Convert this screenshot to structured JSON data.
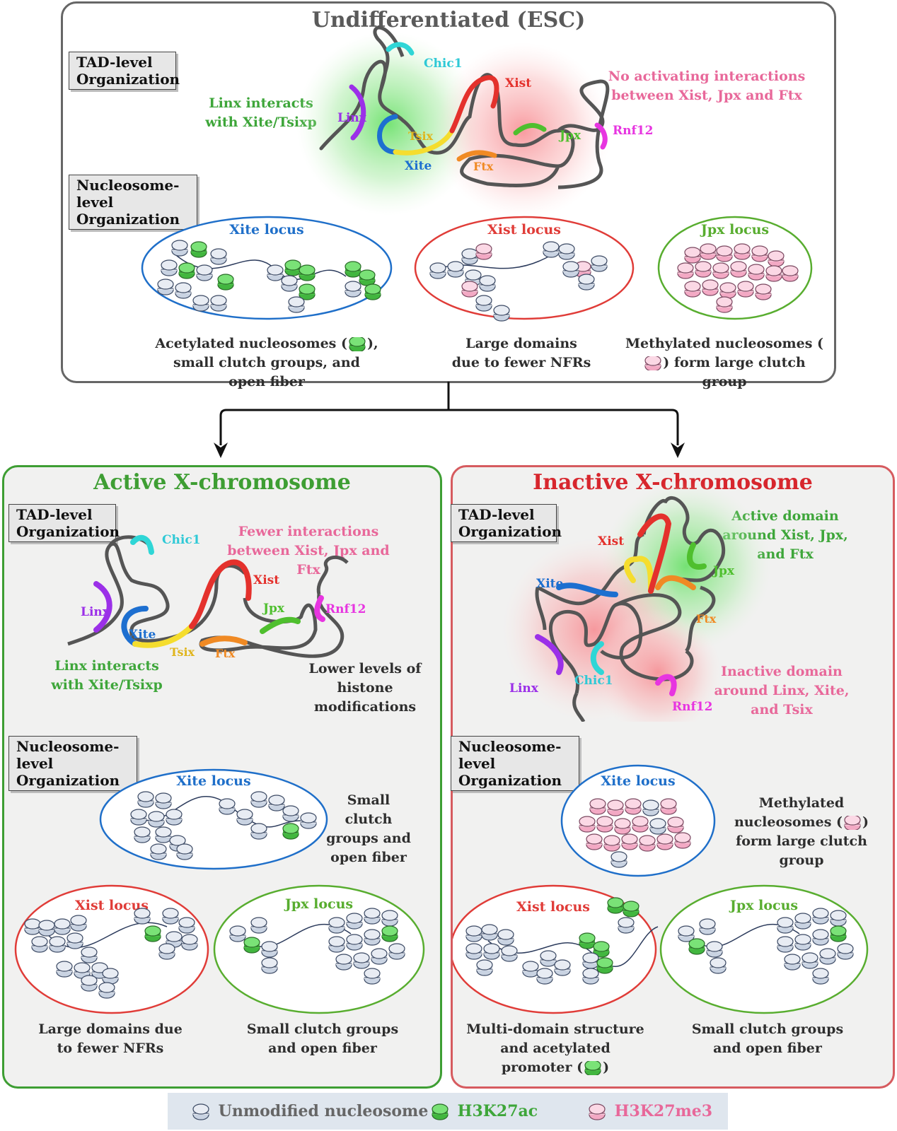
{
  "esc": {
    "title": "Undifferentiated (ESC)",
    "tad_label": "TAD-level Organization",
    "nuc_label": "Nucleosome-level Organization",
    "note_left": "Linx interacts with Xite/Tsixp",
    "note_right": "No activating interactions between Xist, Jpx and Ftx",
    "genes": [
      "Chic1",
      "Linx",
      "Tsix",
      "Xite",
      "Xist",
      "Jpx",
      "Ftx",
      "Rnf12"
    ],
    "loci": [
      "Xite locus",
      "Xist locus",
      "Jpx locus"
    ],
    "captions": [
      "Acetylated nucleosomes (",
      "), small clutch groups, and open fiber",
      "Large domains due to fewer NFRs",
      "Methylated nucleosomes (",
      ") form large clutch group"
    ]
  },
  "active": {
    "title": "Active X-chromosome",
    "tad_label": "TAD-level Organization",
    "nuc_label": "Nucleosome-level Organization",
    "note_top": "Fewer interactions between Xist, Jpx and Ftx",
    "note_left": "Linx interacts with Xite/Tsixp",
    "note_right": "Lower levels of histone modifications",
    "genes": [
      "Chic1",
      "Linx",
      "Xite",
      "Tsix",
      "Ftx",
      "Xist",
      "Jpx",
      "Rnf12"
    ],
    "loci": [
      "Xite locus",
      "Xist locus",
      "Jpx locus"
    ],
    "captions": [
      "Small clutch groups and open fiber",
      "Large domains due to fewer NFRs",
      "Small clutch groups and open fiber"
    ]
  },
  "inactive": {
    "title": "Inactive X-chromosome",
    "tad_label": "TAD-level Organization",
    "nuc_label": "Nucleosome-level Organization",
    "note_top": "Active domain around Xist, Jpx, and Ftx",
    "note_bottom": "Inactive domain around Linx, Xite, and Tsix",
    "genes": [
      "Xist",
      "Xite",
      "Jpx",
      "Ftx",
      "Linx",
      "Chic1",
      "Rnf12"
    ],
    "loci": [
      "Xite locus",
      "Xist locus",
      "Jpx locus"
    ],
    "captions": [
      "Methylated nucleosomes (",
      ") form large clutch group",
      "Multi-domain structure and acetylated promoter (",
      ")",
      "Small clutch groups and open fiber"
    ]
  },
  "legend": [
    "Unmodified nucleosome",
    "H3K27ac",
    "H3K27me3"
  ],
  "colors": {
    "esc_border": "#666666",
    "active_border": "#3e9e33",
    "inactive_border": "#d65b5f",
    "unmodified": "#c9d3e2",
    "acetyl": "#5fd35a",
    "methyl": "#f6bfd3"
  }
}
